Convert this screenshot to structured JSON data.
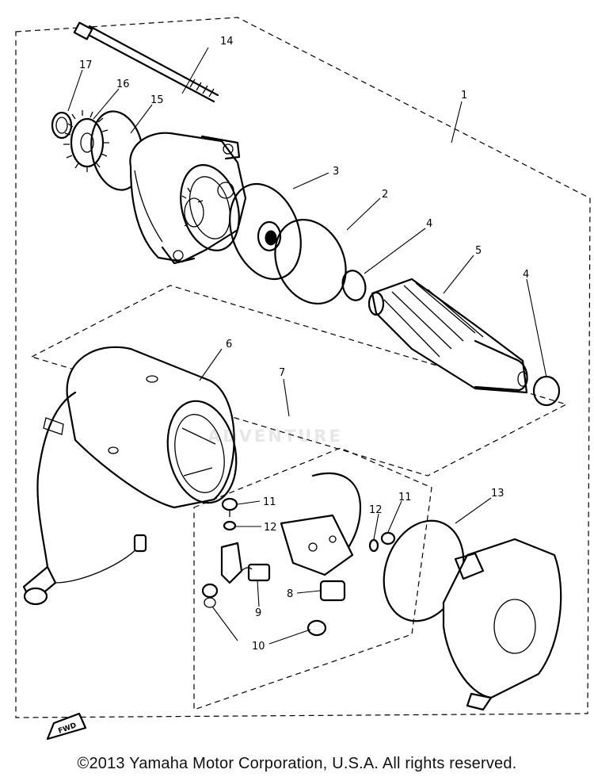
{
  "diagram": {
    "callouts": [
      "1",
      "2",
      "3",
      "4",
      "4",
      "5",
      "6",
      "7",
      "8",
      "9",
      "10",
      "11",
      "11",
      "12",
      "12",
      "13",
      "14",
      "15",
      "16",
      "17"
    ],
    "fwd_label": "FWD",
    "watermark": "ADVENTURE",
    "colors": {
      "ink": "#000000",
      "paper": "#ffffff"
    }
  },
  "footer": {
    "copyright": "©2013 Yamaha Motor Corporation, U.S.A. All rights reserved."
  }
}
